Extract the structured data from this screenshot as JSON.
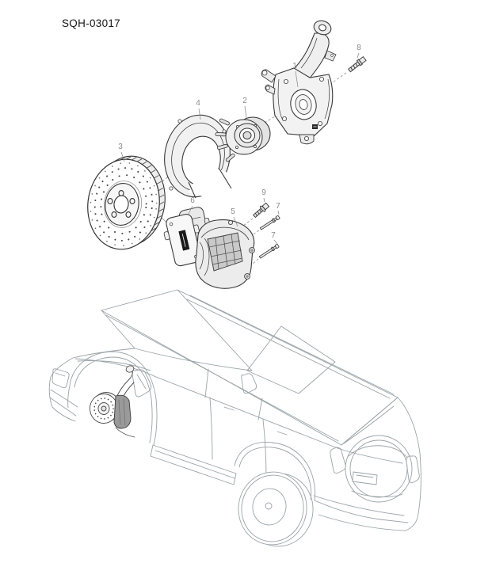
{
  "header": {
    "diagram_code": "SQH-03017"
  },
  "callouts": [
    {
      "label": "1"
    },
    {
      "label": "2"
    },
    {
      "label": "3"
    },
    {
      "label": "4"
    },
    {
      "label": "5"
    },
    {
      "label": "6"
    },
    {
      "label": "7"
    },
    {
      "label": "7"
    },
    {
      "label": "8"
    },
    {
      "label": "9"
    }
  ],
  "colors": {
    "part_line": "#3a3a3a",
    "car_line": "#9aa3a8",
    "callout_text": "#8a8a8a",
    "leader_line": "#999999",
    "pad_sticker": "#1a1a1a"
  }
}
